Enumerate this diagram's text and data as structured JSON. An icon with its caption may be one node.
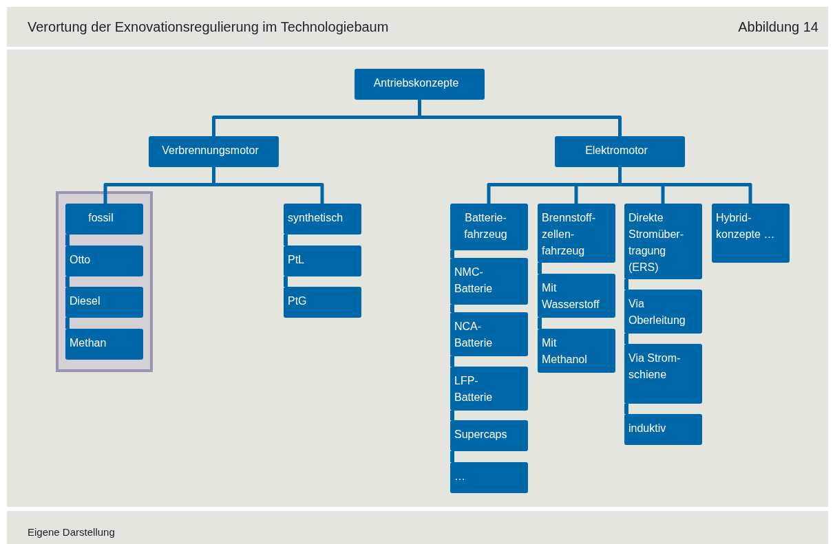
{
  "diagram": {
    "title": "Verortung der Exnovationsregulierung im Technologiebaum",
    "caption": "Eigene Darstellung",
    "nodes": [
      {
        "text": [
          "Antriebskonzepte"
        ]
      },
      {
        "text": [
          "Verbrennungsmotor"
        ]
      },
      {
        "text": [
          "Elektromotor"
        ]
      },
      {
        "text": [],
        "shape": "box"
      },
      {
        "text": [
          "fossil"
        ],
        "in": 3
      },
      {
        "text": [
          "Otto"
        ],
        "in": 3
      },
      {
        "text": [
          "Diesel"
        ],
        "in": 3
      },
      {
        "text": [
          "Methan"
        ],
        "in": 3
      },
      {
        "text": [
          "synthetisch"
        ]
      },
      {
        "text": [
          "PtL"
        ]
      },
      {
        "text": [
          "PtG"
        ]
      },
      {
        "text": [
          "Batterie- fahrzeug"
        ]
      },
      {
        "text": [
          "NMC- Batterie"
        ]
      },
      {
        "text": [
          "NCA- Batterie"
        ]
      },
      {
        "text": [
          "LFP- Batterie"
        ]
      },
      {
        "text": [
          "Supercaps"
        ]
      },
      {
        "text": [
          "…"
        ]
      },
      {
        "text": [
          "Brennstoff- zellen- fahrzeug"
        ]
      },
      {
        "text": [
          "Mit Wasserstoff"
        ]
      },
      {
        "text": [
          "Mit Methanol"
        ]
      },
      {
        "text": [
          "Direkte Stromüber- tragung (ERS)"
        ]
      },
      {
        "text": [
          "Via Oberleitung"
        ]
      },
      {
        "text": [
          "Via Strom- schiene"
        ]
      },
      {
        "text": [
          "induktiv"
        ]
      },
      {
        "text": [
          "Hybrid- konzepte …"
        ]
      }
    ],
    "edges": [
      {
        "from": 0,
        "to": 1,
        "arrow": "none"
      },
      {
        "from": 0,
        "to": 2,
        "arrow": "none"
      },
      {
        "from": 1,
        "to": 4,
        "arrow": "none"
      },
      {
        "from": 1,
        "to": 8,
        "arrow": "none"
      },
      {
        "from": 2,
        "to": 11,
        "arrow": "none"
      },
      {
        "from": 2,
        "to": 17,
        "arrow": "none"
      },
      {
        "from": 2,
        "to": 20,
        "arrow": "none"
      },
      {
        "from": 2,
        "to": 24,
        "arrow": "none"
      },
      {
        "from": 4,
        "to": 5,
        "arrow": "none"
      },
      {
        "from": 5,
        "to": 6,
        "arrow": "none"
      },
      {
        "from": 6,
        "to": 7,
        "arrow": "none"
      },
      {
        "from": 8,
        "to": 9,
        "arrow": "none"
      },
      {
        "from": 9,
        "to": 10,
        "arrow": "none"
      },
      {
        "from": 11,
        "to": 12,
        "arrow": "none"
      },
      {
        "from": 12,
        "to": 13,
        "arrow": "none"
      },
      {
        "from": 13,
        "to": 14,
        "arrow": "none"
      },
      {
        "from": 14,
        "to": 15,
        "arrow": "none"
      },
      {
        "from": 15,
        "to": 16,
        "arrow": "none"
      },
      {
        "from": 17,
        "to": 18,
        "arrow": "none"
      },
      {
        "from": 18,
        "to": 19,
        "arrow": "none"
      },
      {
        "from": 20,
        "to": 21,
        "arrow": "none"
      },
      {
        "from": 21,
        "to": 22,
        "arrow": "none"
      },
      {
        "from": 22,
        "to": 23,
        "arrow": "none"
      }
    ],
    "labels": [
      "Abbildung 14"
    ]
  }
}
